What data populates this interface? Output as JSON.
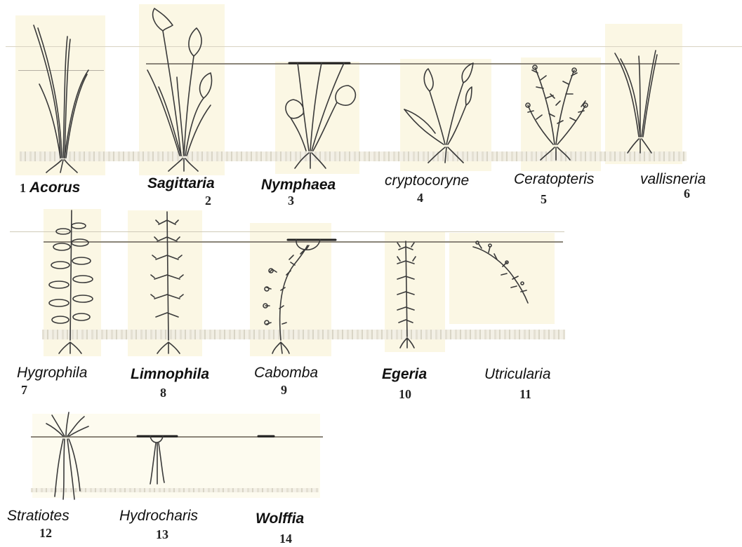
{
  "plants": [
    {
      "number": "1",
      "name": "Acorus"
    },
    {
      "number": "2",
      "name": "Sagittaria"
    },
    {
      "number": "3",
      "name": "Nymphaea"
    },
    {
      "number": "4",
      "name": "cryptocoryne"
    },
    {
      "number": "5",
      "name": "Ceratopteris"
    },
    {
      "number": "6",
      "name": "vallisneria"
    },
    {
      "number": "7",
      "name": "Hygrophila"
    },
    {
      "number": "8",
      "name": "Limnophila"
    },
    {
      "number": "9",
      "name": "Cabomba"
    },
    {
      "number": "10",
      "name": "Egeria"
    },
    {
      "number": "11",
      "name": "Utricularia"
    },
    {
      "number": "12",
      "name": "Stratiotes"
    },
    {
      "number": "13",
      "name": "Hydrocharis"
    },
    {
      "number": "14",
      "name": "Wolffia"
    }
  ],
  "colors": {
    "paper": "#fbf7e4",
    "ink": "#111111",
    "sketch": "#3a3a3a"
  }
}
